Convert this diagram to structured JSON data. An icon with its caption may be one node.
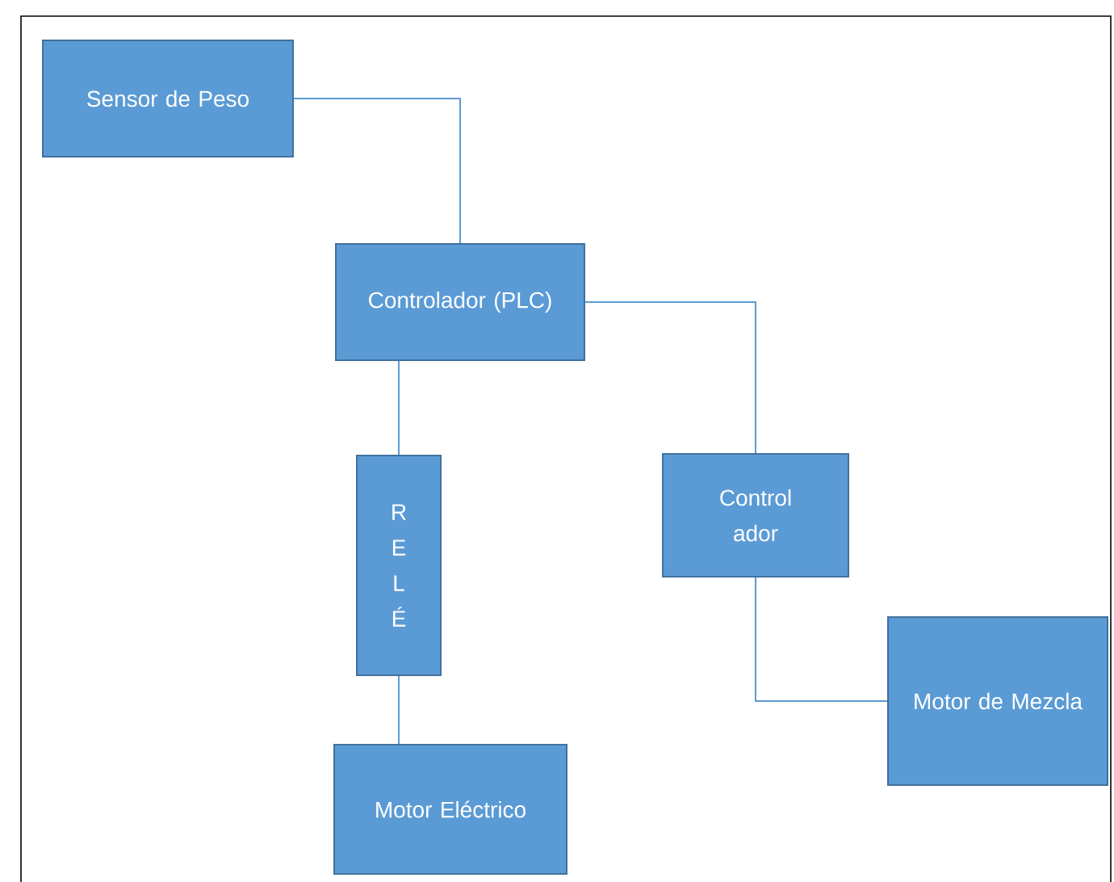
{
  "diagram": {
    "nodes": [
      {
        "text": [
          "Sensor de Peso"
        ]
      },
      {
        "text": [
          "Controlador (PLC)"
        ]
      },
      {
        "text": [
          "R E L É"
        ]
      },
      {
        "text": [
          "Control ador"
        ]
      },
      {
        "text": [
          "Motor de Mezcla"
        ]
      },
      {
        "text": [
          "Motor Eléctrico"
        ]
      }
    ],
    "edges": [
      {
        "from": 0,
        "to": 1,
        "arrow": "none"
      },
      {
        "from": 1,
        "to": 2,
        "arrow": "none"
      },
      {
        "from": 1,
        "to": 3,
        "arrow": "none"
      },
      {
        "from": 3,
        "to": 4,
        "arrow": "none"
      },
      {
        "from": 2,
        "to": 5,
        "arrow": "none"
      }
    ]
  }
}
